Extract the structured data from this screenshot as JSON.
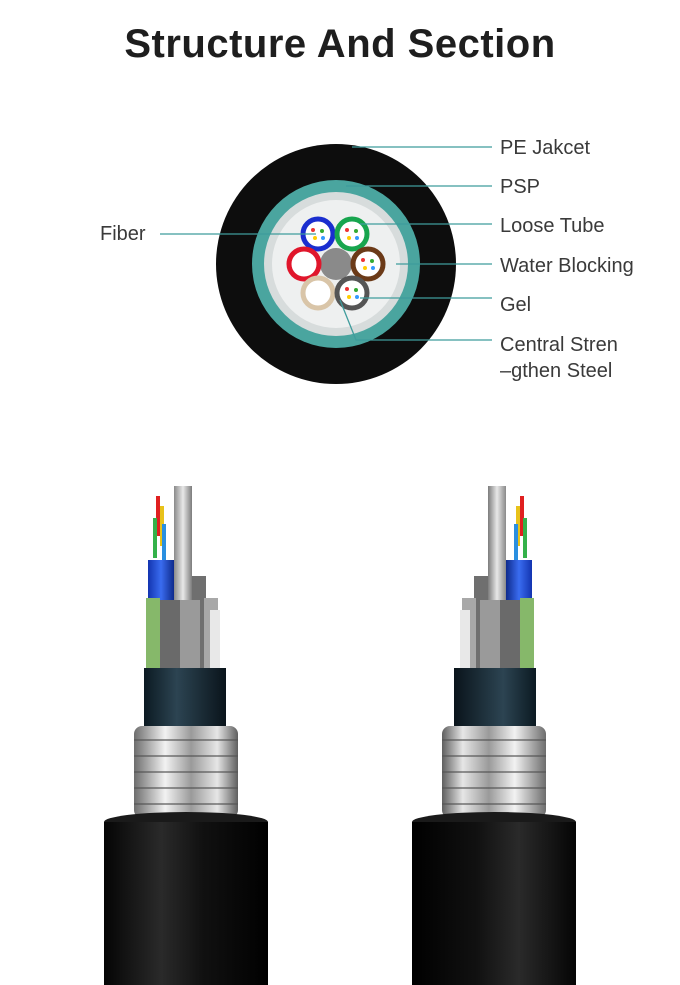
{
  "title": "Structure And Section",
  "labels": {
    "pe_jacket": "PE Jakcet",
    "psp": "PSP",
    "loose_tube": "Loose Tube",
    "water_blocking": "Water Blocking",
    "gel": "Gel",
    "central_strength_line1": "Central Stren",
    "central_strength_line2": "–gthen Steel",
    "fiber": "Fiber"
  },
  "colors": {
    "leader_line": "#3f9c9c",
    "jacket": "#0d0d0d",
    "psp_ring": "#4aa59f",
    "water_blocking": "#d9dddd",
    "central_member": "#8c8c8c"
  }
}
